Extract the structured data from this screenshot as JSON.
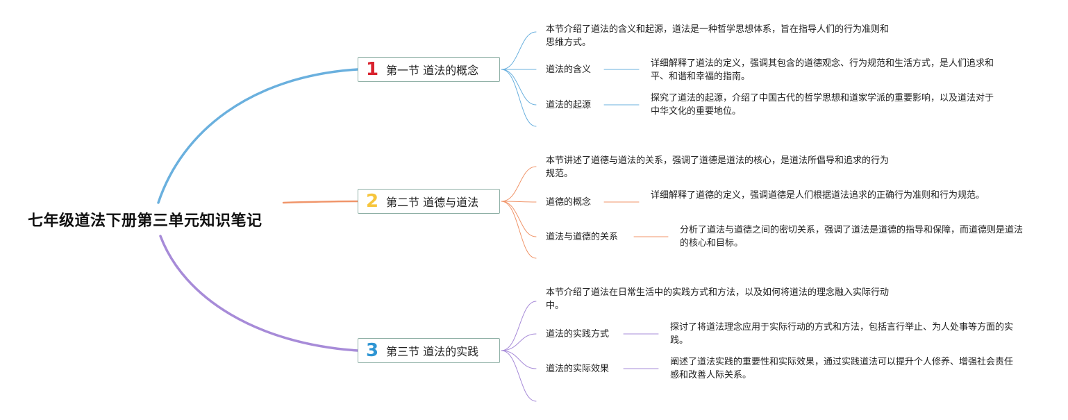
{
  "title": "七年级道法下册第三单元知识笔记",
  "sections": [
    {
      "num": "1",
      "label": "第一节 道法的概念",
      "color": "#6ab0de",
      "num_color": "#d9232e",
      "summary": "本节介绍了道法的含义和起源，道法是一种哲学思想体系，旨在指导人们的行为准则和思维方式。",
      "items": [
        {
          "label": "道法的含义",
          "detail": "详细解释了道法的定义，强调其包含的道德观念、行为规范和生活方式，是人们追求和平、和谐和幸福的指南。"
        },
        {
          "label": "道法的起源",
          "detail": "探究了道法的起源，介绍了中国古代的哲学思想和道家学派的重要影响，以及道法对于中华文化的重要地位。"
        }
      ]
    },
    {
      "num": "2",
      "label": "第二节 道德与道法",
      "color": "#f0956a",
      "num_color": "#f6c53c",
      "summary": "本节讲述了道德与道法的关系，强调了道德是道法的核心，是道法所倡导和追求的行为规范。",
      "items": [
        {
          "label": "道德的概念",
          "detail": "详细解释了道德的定义，强调道德是人们根据道法追求的正确行为准则和行为规范。"
        },
        {
          "label": "道法与道德的关系",
          "detail": "分析了道法与道德之间的密切关系，强调了道法是道德的指导和保障，而道德则是道法的核心和目标。"
        }
      ]
    },
    {
      "num": "3",
      "label": "第三节 道法的实践",
      "color": "#a78bd8",
      "num_color": "#2e95d3",
      "summary": "本节介绍了道法在日常生活中的实践方式和方法，以及如何将道法的理念融入实际行动中。",
      "items": [
        {
          "label": "道法的实践方式",
          "detail": "探讨了将道法理念应用于实际行动的方式和方法，包括言行举止、为人处事等方面的实践。"
        },
        {
          "label": "道法的实际效果",
          "detail": "阐述了道法实践的重要性和实际效果，通过实践道法可以提升个人修养、增强社会责任感和改善人际关系。"
        }
      ]
    }
  ]
}
